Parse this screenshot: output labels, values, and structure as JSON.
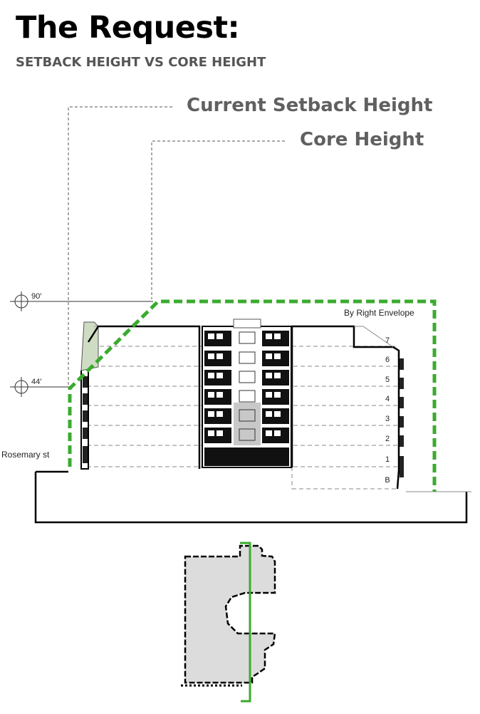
{
  "header": {
    "title": "The Request:",
    "subtitle": "SETBACK HEIGHT VS CORE HEIGHT"
  },
  "callouts": {
    "setback": "Current Setback Height",
    "core": "Core Height"
  },
  "elevation": {
    "level_90": "90′",
    "level_44": "44′",
    "street": "Rosemary st",
    "envelope": "By Right Envelope",
    "floors": [
      "7",
      "6",
      "5",
      "4",
      "3",
      "2",
      "1",
      "B"
    ]
  },
  "colors": {
    "envelope": "#3aab2e",
    "text_gray": "#606060",
    "footprint_fill": "#dcdcdc",
    "setback_fill": "#cfdcc4"
  }
}
